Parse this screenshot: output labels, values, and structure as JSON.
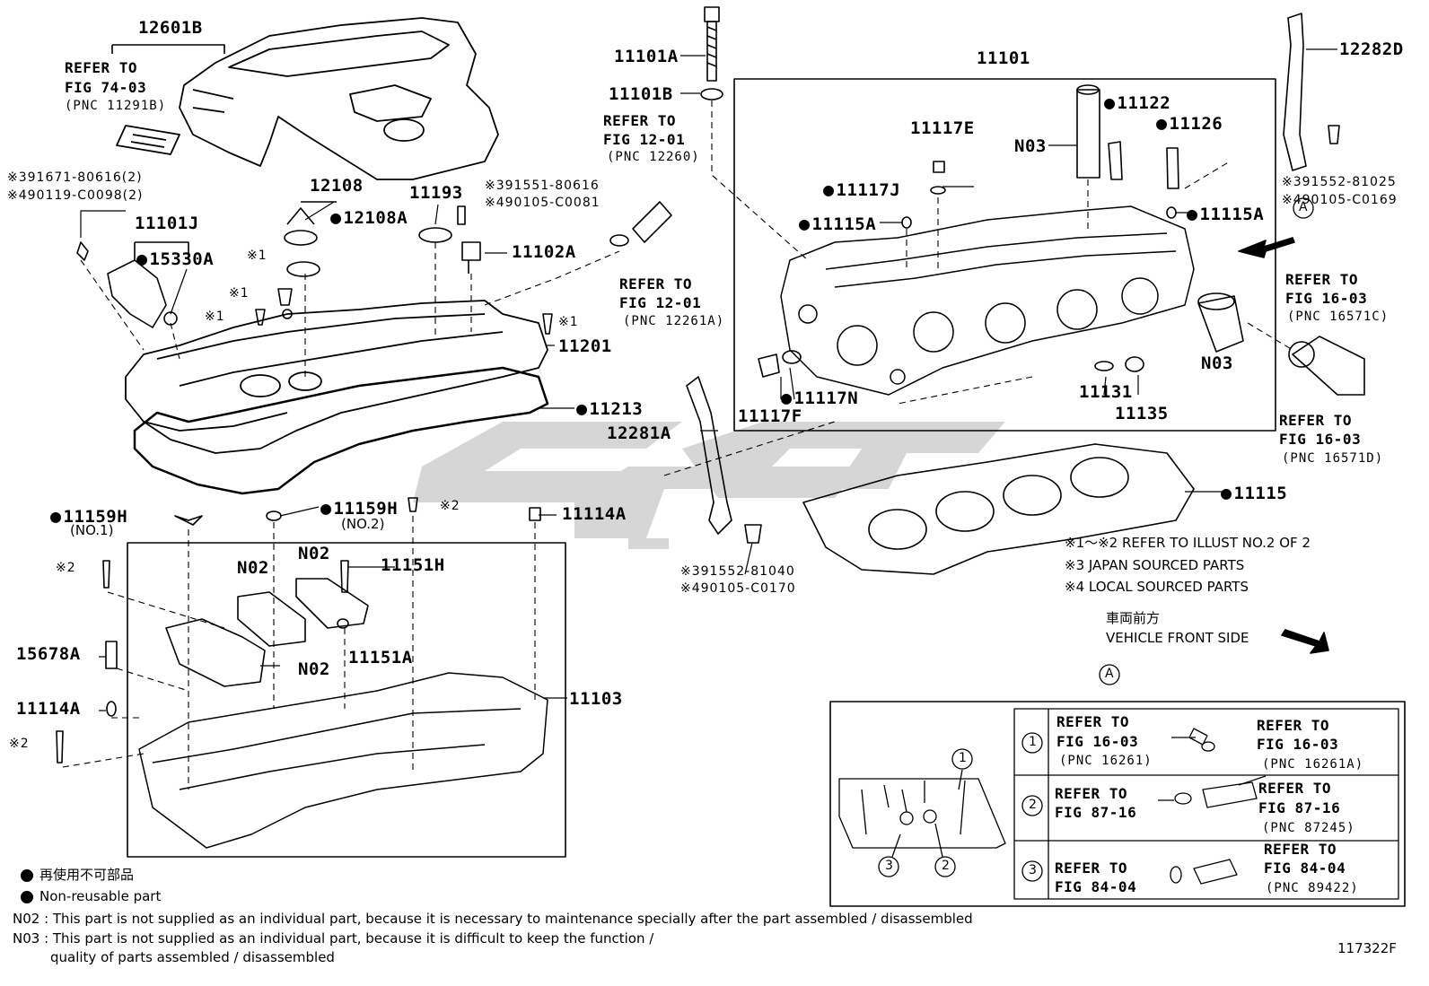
{
  "labels": {
    "p12601B": "12601B",
    "refer74_1": "REFER TO",
    "refer74_2": "FIG 74-03",
    "refer74_3": "(PNC 11291B)",
    "bolt1a": "※391671-80616(2)",
    "bolt1b": "※490119-C0098(2)",
    "p11101J": "11101J",
    "p15330A": "15330A",
    "p12108": "12108",
    "p12108A": "12108A",
    "p11193": "11193",
    "bolt2a": "※391551-80616",
    "bolt2b": "※490105-C0081",
    "p11102A": "11102A",
    "star1a": "※1",
    "star1b": "※1",
    "star1c": "※1",
    "star1d": "※1",
    "p11201": "11201",
    "p11213": "11213",
    "p11101A": "11101A",
    "p11101B": "11101B",
    "refer12a_1": "REFER TO",
    "refer12a_2": "FIG 12-01",
    "refer12a_3": "(PNC 12260)",
    "refer12b_1": "REFER TO",
    "refer12b_2": "FIG 12-01",
    "refer12b_3": "(PNC 12261A)",
    "p11101": "11101",
    "p11122": "11122",
    "p11126": "11126",
    "p11117E": "11117E",
    "n03a": "N03",
    "p11117J": "11117J",
    "p11115A_1": "11115A",
    "p11115A_2": "11115A",
    "p12282D": "12282D",
    "bolt3a": "※391552-81025",
    "bolt3b": "※490105-C0169",
    "circleA": "A",
    "refer16c_1": "REFER TO",
    "refer16c_2": "FIG 16-03",
    "refer16c_3": "(PNC 16571C)",
    "n03b": "N03",
    "refer16d_1": "REFER TO",
    "refer16d_2": "FIG 16-03",
    "refer16d_3": "(PNC 16571D)",
    "p11117F": "11117F",
    "p11117N": "11117N",
    "p11131": "11131",
    "p11135": "11135",
    "p12281A": "12281A",
    "p11115": "11115",
    "bolt4a": "※391552-81040",
    "bolt4b": "※490105-C0170",
    "note1": "※1～※2  REFER TO ILLUST NO.2 OF 2",
    "note2": "※3 JAPAN SOURCED PARTS",
    "note3": "※4 LOCAL SOURCED PARTS",
    "front_jp": "車両前方",
    "front_en": "VEHICLE FRONT SIDE",
    "p11159H_1": "11159H",
    "no1": "(NO.1)",
    "p11159H_2": "11159H",
    "no2": "(NO.2)",
    "star2a": "※2",
    "p11114A_1": "11114A",
    "star2b": "※2",
    "n02a": "N02",
    "n02b": "N02",
    "p11151H": "11151H",
    "p15678A": "15678A",
    "p11151A": "11151A",
    "n02c": "N02",
    "p11103": "11103",
    "p11114A_2": "11114A",
    "star2c": "※2",
    "legend_jp": "再使用不可部品",
    "legend_en": "Non-reusable part",
    "n02_note": "N02 : This part is not supplied as an individual part, because it is necessary to maintenance specially after the part assembled / disassembled",
    "n03_note_1": "N03 : This part is not supplied as an individual part, because it is difficult to keep the function /",
    "n03_note_2": "quality of parts  assembled / disassembled",
    "fig_code": "117322F"
  },
  "detail_table": {
    "title": "A",
    "callouts": [
      "1",
      "2",
      "3"
    ],
    "rows": [
      {
        "num": "1",
        "left": [
          "REFER TO",
          "FIG 16-03",
          "(PNC 16261)"
        ],
        "right": [
          "REFER TO",
          "FIG 16-03",
          "(PNC 16261A)"
        ]
      },
      {
        "num": "2",
        "left": [
          "REFER TO",
          "FIG 87-16"
        ],
        "right": [
          "REFER TO",
          "FIG 87-16",
          "(PNC 87245)"
        ]
      },
      {
        "num": "3",
        "left": [
          "REFER TO",
          "FIG 84-04"
        ],
        "right": [
          "REFER TO",
          "FIG 84-04",
          "(PNC 89422)"
        ]
      }
    ]
  },
  "colors": {
    "ink": "#000000",
    "watermark": "#cfcfcf",
    "paper": "#ffffff"
  }
}
